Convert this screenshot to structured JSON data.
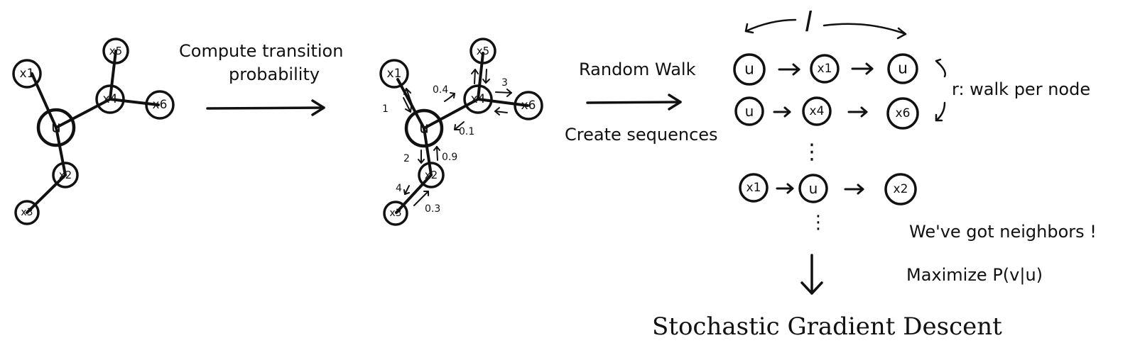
{
  "graph1": {
    "nodes": {
      "u": "u",
      "x1": "x1",
      "x2": "x2",
      "x3": "x3",
      "x4": "x4",
      "x5": "x5",
      "x6": "x6"
    }
  },
  "step1": {
    "line1": "Compute transition",
    "line2": "probability"
  },
  "graph2": {
    "nodes": {
      "u": "u",
      "x1": "x1",
      "x2": "x2",
      "x3": "x3",
      "x4": "x4",
      "x5": "x5",
      "x6": "x6"
    },
    "weights": {
      "u_x1": "1",
      "x4_u": "0.4",
      "u_x4": "0.1",
      "x4_x6": "3",
      "u_x2": "2",
      "x2_u": "0.9",
      "x2_x3": "4",
      "x3_x2": "0.3"
    }
  },
  "step2": {
    "line1": "Random Walk",
    "line2": "Create sequences"
  },
  "walks": {
    "length_label": "l",
    "rows": [
      [
        "u",
        "x1",
        "u"
      ],
      [
        "u",
        "x4",
        "x6"
      ],
      [
        "x1",
        "u",
        "x2"
      ]
    ],
    "dots": "⋮",
    "per_node_label": "r: walk per node"
  },
  "notes": {
    "line1": "We've got neighbors !",
    "line2": "Maximize P(v|u)"
  },
  "result": "Stochastic Gradient Descent"
}
